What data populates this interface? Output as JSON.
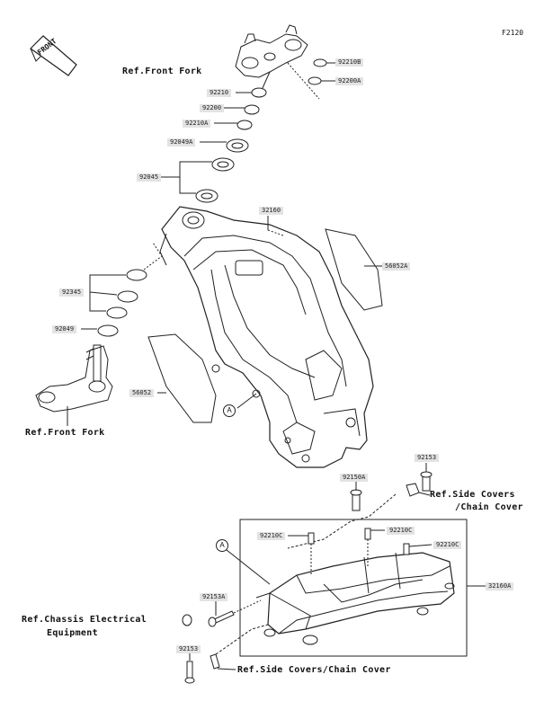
{
  "figure_code": "F2120",
  "front_label": "FRONT",
  "marker": "A",
  "parts": {
    "p92210B": "92210B",
    "p92200A": "92200A",
    "p92210": "92210",
    "p92200": "92200",
    "p92210A": "92210A",
    "p92049A": "92049A",
    "p92045": "92045",
    "p32160": "32160",
    "p56052A": "56052A",
    "p92345": "92345",
    "p92049": "92049",
    "p56052": "56052",
    "p92153a": "92153",
    "p92150A": "92150A",
    "p92210C_1": "92210C",
    "p92210C_2": "92210C",
    "p92210C_3": "92210C",
    "p32160A": "32160A",
    "p92153A": "92153A",
    "p92153b": "92153"
  },
  "refs": {
    "front_fork_top": "Ref.Front Fork",
    "front_fork_bottom": "Ref.Front Fork",
    "side_covers_1a": "Ref.Side Covers",
    "side_covers_1b": "/Chain Cover",
    "chassis_1": "Ref.Chassis Electrical",
    "chassis_2": "Equipment",
    "side_covers_2": "Ref.Side Covers/Chain Cover"
  }
}
